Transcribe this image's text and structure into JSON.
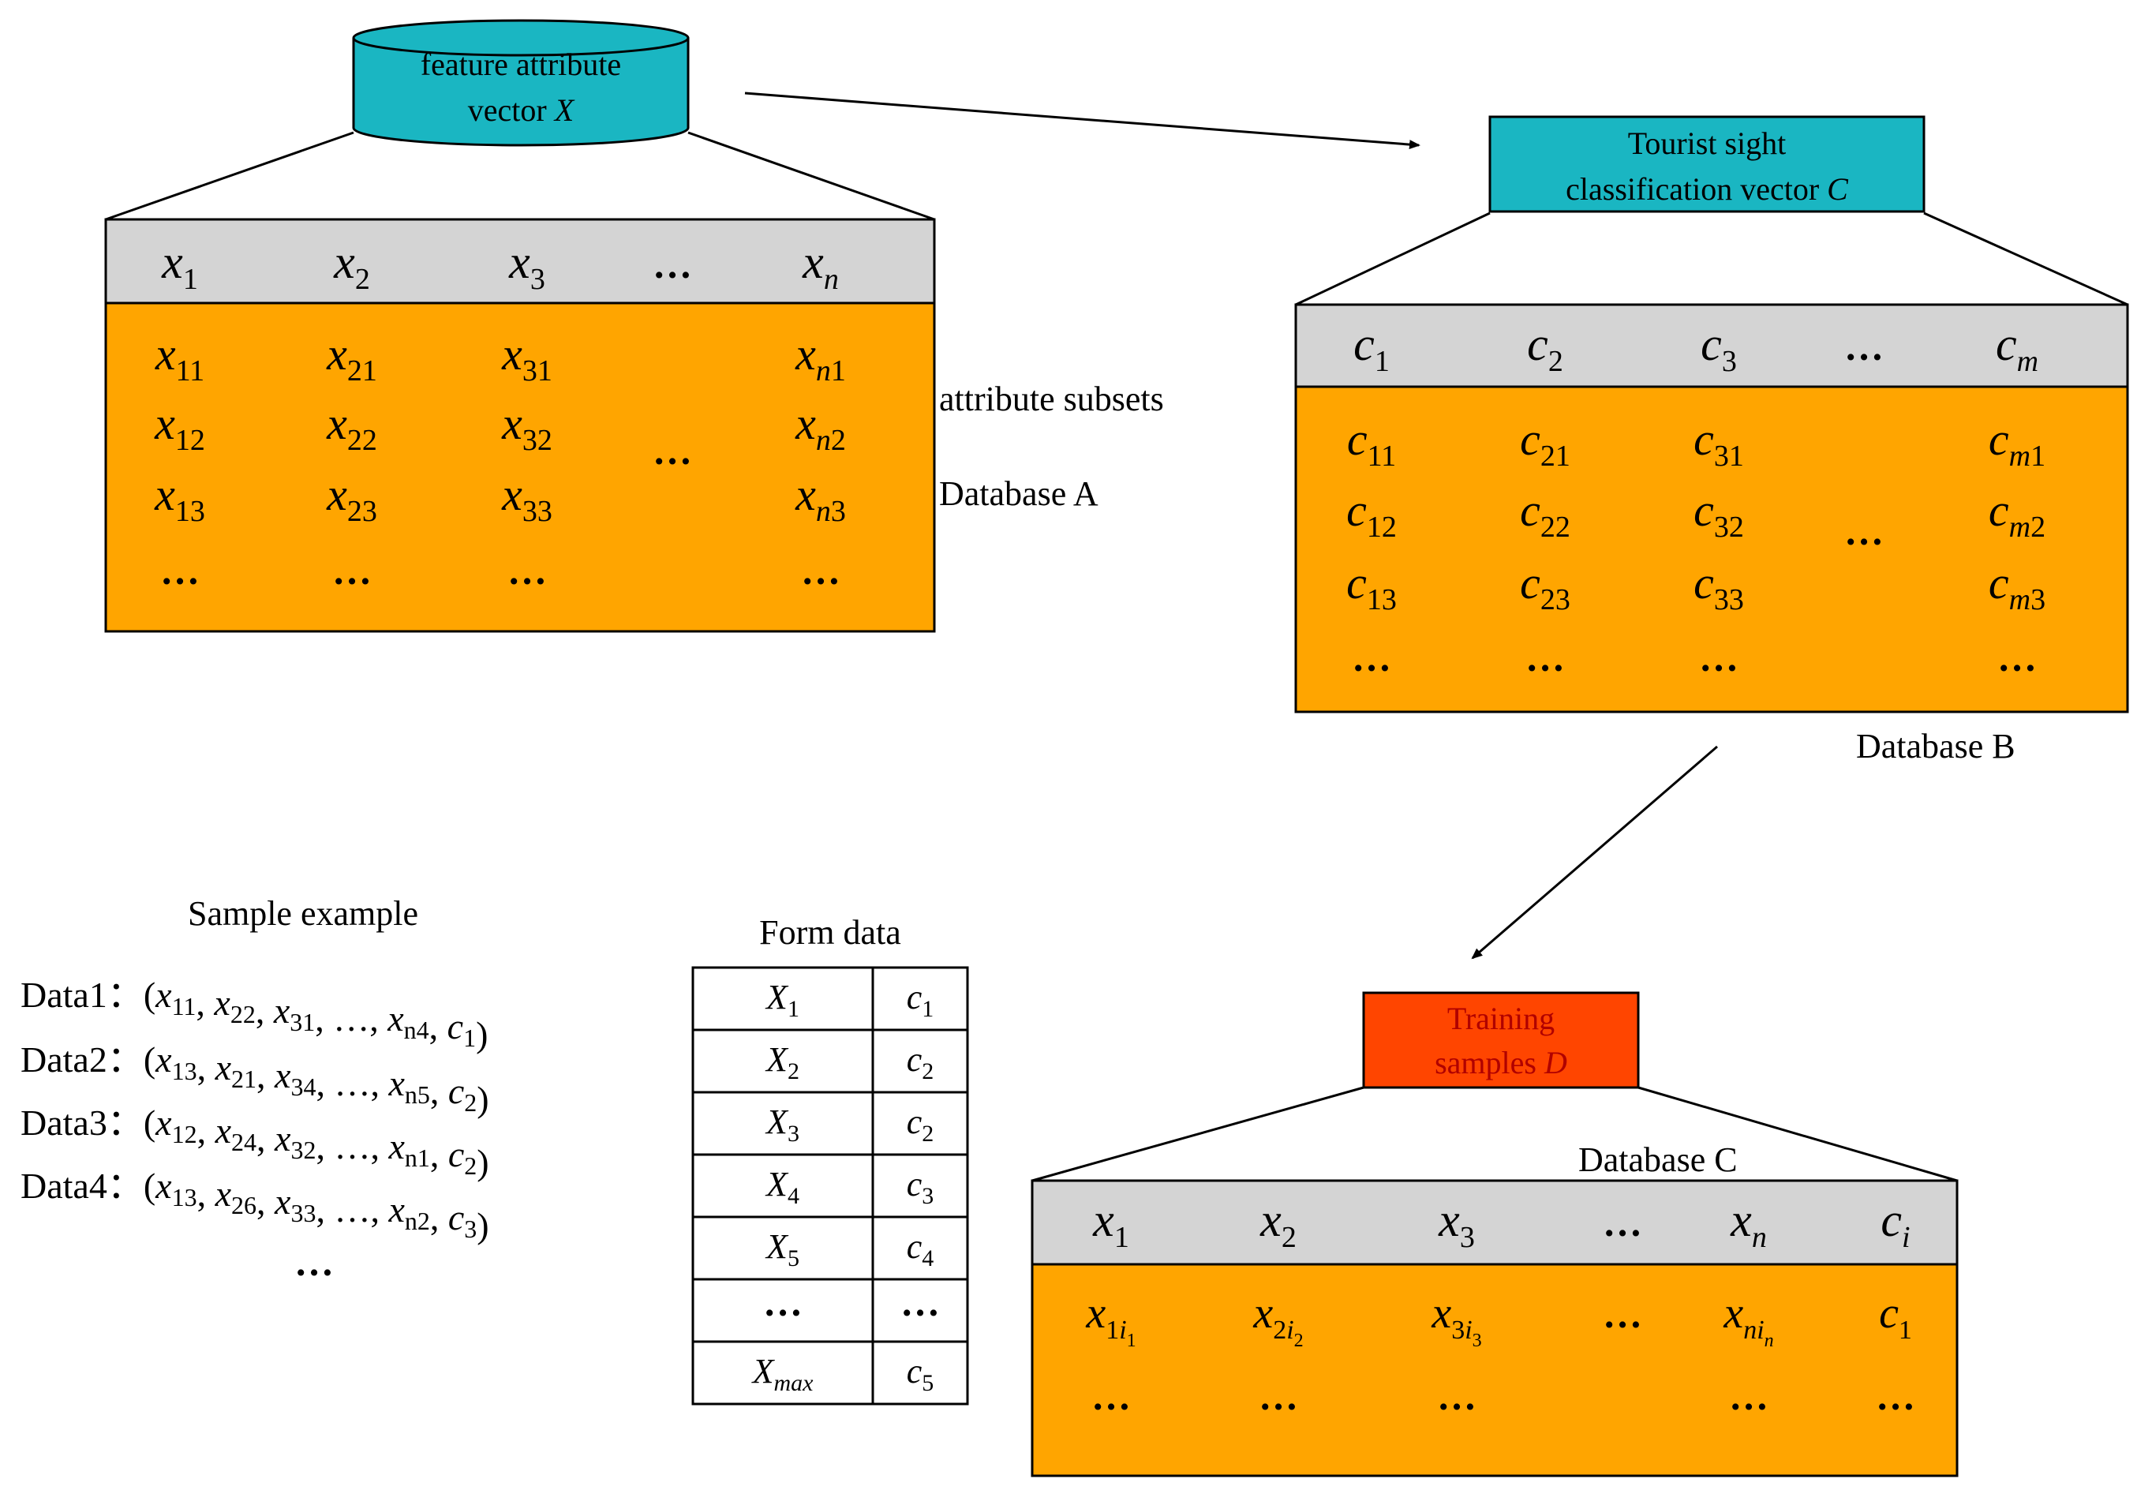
{
  "nodes": {
    "feature_vector": {
      "line1": "feature attribute",
      "line2": "vector ",
      "var": "X",
      "fill": "#1ab6c2"
    },
    "tourist_vector": {
      "line1": "Tourist sight",
      "line2": "classification vector ",
      "var": "C",
      "fill": "#1ab6c2"
    },
    "training": {
      "line1": "Training",
      "line2": "samples ",
      "var": "D",
      "fill": "#ff4500",
      "text_color": "#ff0000"
    }
  },
  "labels": {
    "attribute_subsets": "attribute subsets",
    "database_a": "Database A",
    "database_b": "Database B",
    "database_c": "Database C",
    "sample_example": "Sample example",
    "form_data": "Form data"
  },
  "colors": {
    "header": "#d4d4d4",
    "body": "#ffa500",
    "cylinder": "#1ab6c2",
    "training": "#ff4500"
  },
  "tables": {
    "A": {
      "headers": [
        [
          "x",
          "1"
        ],
        [
          "x",
          "2"
        ],
        [
          "x",
          "3"
        ],
        [
          "…",
          ""
        ],
        [
          "x",
          "n"
        ]
      ],
      "rows": [
        [
          [
            "x",
            "11"
          ],
          [
            "x",
            "21"
          ],
          [
            "x",
            "31"
          ],
          [
            "",
            ""
          ],
          [
            "x",
            "n1"
          ]
        ],
        [
          [
            "x",
            "12"
          ],
          [
            "x",
            "22"
          ],
          [
            "x",
            "32"
          ],
          [
            "…",
            ""
          ],
          [
            "x",
            "n2"
          ]
        ],
        [
          [
            "x",
            "13"
          ],
          [
            "x",
            "23"
          ],
          [
            "x",
            "33"
          ],
          [
            "",
            ""
          ],
          [
            "x",
            "n3"
          ]
        ],
        [
          [
            "…",
            ""
          ],
          [
            "…",
            ""
          ],
          [
            "…",
            ""
          ],
          [
            "",
            ""
          ],
          [
            "…",
            ""
          ]
        ]
      ]
    },
    "B": {
      "headers": [
        [
          "c",
          "1"
        ],
        [
          "c",
          "2"
        ],
        [
          "c",
          "3"
        ],
        [
          "…",
          ""
        ],
        [
          "c",
          "m"
        ]
      ],
      "rows": [
        [
          [
            "c",
            "11"
          ],
          [
            "c",
            "21"
          ],
          [
            "c",
            "31"
          ],
          [
            "",
            ""
          ],
          [
            "c",
            "m1"
          ]
        ],
        [
          [
            "c",
            "12"
          ],
          [
            "c",
            "22"
          ],
          [
            "c",
            "32"
          ],
          [
            "…",
            ""
          ],
          [
            "c",
            "m2"
          ]
        ],
        [
          [
            "c",
            "13"
          ],
          [
            "c",
            "23"
          ],
          [
            "c",
            "33"
          ],
          [
            "",
            ""
          ],
          [
            "c",
            "m3"
          ]
        ],
        [
          [
            "…",
            ""
          ],
          [
            "…",
            ""
          ],
          [
            "…",
            ""
          ],
          [
            "",
            ""
          ],
          [
            "…",
            ""
          ]
        ]
      ]
    },
    "C": {
      "headers": [
        [
          "x",
          "1"
        ],
        [
          "x",
          "2"
        ],
        [
          "x",
          "3"
        ],
        [
          "…",
          ""
        ],
        [
          "x",
          "n"
        ],
        [
          "c",
          "i"
        ]
      ],
      "rows": [
        [
          [
            "x",
            "1i1"
          ],
          [
            "x",
            "2i2"
          ],
          [
            "x",
            "3i3"
          ],
          [
            "…",
            ""
          ],
          [
            "x",
            "nin"
          ],
          [
            "c",
            "1"
          ]
        ],
        [
          [
            "…",
            ""
          ],
          [
            "…",
            ""
          ],
          [
            "…",
            ""
          ],
          [
            "",
            ""
          ],
          [
            "…",
            ""
          ],
          [
            "…",
            ""
          ]
        ]
      ]
    }
  },
  "samples": [
    {
      "label": "Data1：",
      "tuple": [
        [
          "x",
          "11"
        ],
        [
          "x",
          "22"
        ],
        [
          "x",
          "31"
        ],
        [
          "…",
          ""
        ],
        [
          "x",
          "n4"
        ],
        [
          "c",
          "1"
        ]
      ]
    },
    {
      "label": "Data2：",
      "tuple": [
        [
          "x",
          "13"
        ],
        [
          "x",
          "21"
        ],
        [
          "x",
          "34"
        ],
        [
          "…",
          ""
        ],
        [
          "x",
          "n5"
        ],
        [
          "c",
          "2"
        ]
      ]
    },
    {
      "label": "Data3：",
      "tuple": [
        [
          "x",
          "12"
        ],
        [
          "x",
          "24"
        ],
        [
          "x",
          "32"
        ],
        [
          "…",
          ""
        ],
        [
          "x",
          "n1"
        ],
        [
          "c",
          "2"
        ]
      ]
    },
    {
      "label": "Data4：",
      "tuple": [
        [
          "x",
          "13"
        ],
        [
          "x",
          "26"
        ],
        [
          "x",
          "33"
        ],
        [
          "…",
          ""
        ],
        [
          "x",
          "n2"
        ],
        [
          "c",
          "3"
        ]
      ]
    }
  ],
  "samples_more": "…",
  "form_rows": [
    {
      "x": "X",
      "xs": "1",
      "c": "c",
      "cs": "1"
    },
    {
      "x": "X",
      "xs": "2",
      "c": "c",
      "cs": "2"
    },
    {
      "x": "X",
      "xs": "3",
      "c": "c",
      "cs": "2"
    },
    {
      "x": "X",
      "xs": "4",
      "c": "c",
      "cs": "3"
    },
    {
      "x": "X",
      "xs": "5",
      "c": "c",
      "cs": "4"
    },
    {
      "x": "…",
      "xs": "",
      "c": "…",
      "cs": ""
    },
    {
      "x": "X",
      "xs": "max",
      "c": "c",
      "cs": "5"
    }
  ]
}
